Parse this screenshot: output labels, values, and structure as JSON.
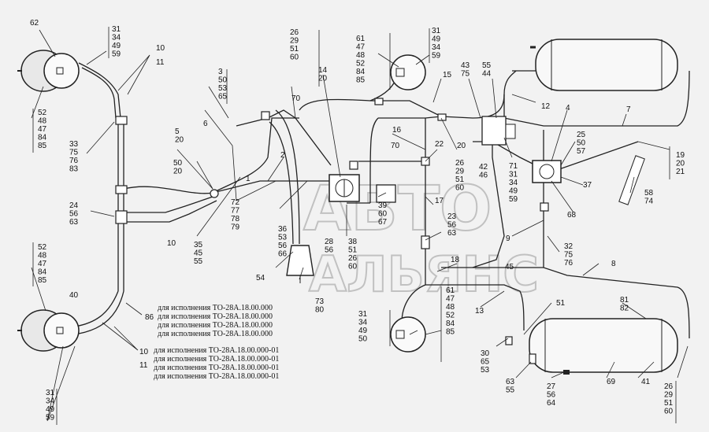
{
  "watermark": {
    "line1": "АВТО",
    "line2": "АЛЬЯНС"
  },
  "notes": [
    "для исполнения ТО-28А.18.00.000",
    "для исполнения ТО-28А.18.00.000",
    "для исполнения ТО-28А.18.00.000",
    "для исполнения ТО-28А.18.00.000",
    "для исполнения ТО-28А.18.00.000-01",
    "для исполнения ТО-28А.18.00.000-01",
    "для исполнения ТО-28А.18.00.000-01",
    "для исполнения ТО-28А.18.00.000-01"
  ],
  "callouts": [
    {
      "id": "c62",
      "lines": [
        "62"
      ]
    },
    {
      "id": "c31a",
      "lines": [
        "31",
        "34",
        "49",
        "59"
      ]
    },
    {
      "id": "c10a",
      "lines": [
        "10"
      ]
    },
    {
      "id": "c11a",
      "lines": [
        "11"
      ]
    },
    {
      "id": "c52a",
      "lines": [
        "52",
        "48",
        "47",
        "84",
        "85"
      ]
    },
    {
      "id": "c33",
      "lines": [
        "33",
        "75",
        "76",
        "83"
      ]
    },
    {
      "id": "c24",
      "lines": [
        "24",
        "56",
        "63"
      ]
    },
    {
      "id": "c52b",
      "lines": [
        "52",
        "48",
        "47",
        "84",
        "85"
      ]
    },
    {
      "id": "c40",
      "lines": [
        "40"
      ]
    },
    {
      "id": "c10b",
      "lines": [
        "10"
      ]
    },
    {
      "id": "c11b",
      "lines": [
        "11"
      ]
    },
    {
      "id": "c31b",
      "lines": [
        "31",
        "34",
        "49",
        "59"
      ]
    },
    {
      "id": "c86",
      "lines": [
        "86"
      ]
    },
    {
      "id": "c3",
      "lines": [
        "3",
        "50",
        "53",
        "65"
      ]
    },
    {
      "id": "c5",
      "lines": [
        "5",
        "20"
      ]
    },
    {
      "id": "c6",
      "lines": [
        "6"
      ]
    },
    {
      "id": "c50",
      "lines": [
        "50",
        "20"
      ]
    },
    {
      "id": "c1",
      "lines": [
        "1"
      ]
    },
    {
      "id": "c10c",
      "lines": [
        "10"
      ]
    },
    {
      "id": "c35",
      "lines": [
        "35",
        "45",
        "55"
      ]
    },
    {
      "id": "c72",
      "lines": [
        "72",
        "77",
        "78",
        "79"
      ]
    },
    {
      "id": "c26a",
      "lines": [
        "26",
        "29",
        "51",
        "60"
      ]
    },
    {
      "id": "c70a",
      "lines": [
        "70"
      ]
    },
    {
      "id": "c14",
      "lines": [
        "14",
        "20"
      ]
    },
    {
      "id": "c2",
      "lines": [
        "2"
      ]
    },
    {
      "id": "c36",
      "lines": [
        "36",
        "53",
        "56",
        "66"
      ]
    },
    {
      "id": "c54",
      "lines": [
        "54"
      ]
    },
    {
      "id": "c28",
      "lines": [
        "28",
        "56"
      ]
    },
    {
      "id": "c38",
      "lines": [
        "38",
        "51",
        "26",
        "60"
      ]
    },
    {
      "id": "c73",
      "lines": [
        "73",
        "80"
      ]
    },
    {
      "id": "c61a",
      "lines": [
        "61",
        "47",
        "48",
        "52",
        "84",
        "85"
      ]
    },
    {
      "id": "c31c",
      "lines": [
        "31",
        "49",
        "34",
        "59"
      ]
    },
    {
      "id": "c15",
      "lines": [
        "15"
      ]
    },
    {
      "id": "c16",
      "lines": [
        "16"
      ]
    },
    {
      "id": "c70b",
      "lines": [
        "70"
      ]
    },
    {
      "id": "c22",
      "lines": [
        "22"
      ]
    },
    {
      "id": "c20",
      "lines": [
        "20"
      ]
    },
    {
      "id": "c39",
      "lines": [
        "39",
        "60",
        "67"
      ]
    },
    {
      "id": "c17",
      "lines": [
        "17"
      ]
    },
    {
      "id": "c23",
      "lines": [
        "23",
        "56",
        "63"
      ]
    },
    {
      "id": "c18",
      "lines": [
        "18"
      ]
    },
    {
      "id": "c13",
      "lines": [
        "13"
      ]
    },
    {
      "id": "c31d",
      "lines": [
        "31",
        "34",
        "49",
        "50"
      ]
    },
    {
      "id": "c61b",
      "lines": [
        "61",
        "47",
        "48",
        "52",
        "84",
        "85"
      ]
    },
    {
      "id": "c43",
      "lines": [
        "43",
        "75"
      ]
    },
    {
      "id": "c55",
      "lines": [
        "55",
        "44"
      ]
    },
    {
      "id": "c12",
      "lines": [
        "12"
      ]
    },
    {
      "id": "c42",
      "lines": [
        "42",
        "46"
      ]
    },
    {
      "id": "c26b",
      "lines": [
        "26",
        "29",
        "51",
        "60"
      ]
    },
    {
      "id": "c71",
      "lines": [
        "71",
        "31",
        "34",
        "49",
        "59"
      ]
    },
    {
      "id": "c4",
      "lines": [
        "4"
      ]
    },
    {
      "id": "c7",
      "lines": [
        "7"
      ]
    },
    {
      "id": "c25",
      "lines": [
        "25",
        "50",
        "57"
      ]
    },
    {
      "id": "c19",
      "lines": [
        "19",
        "20",
        "21"
      ]
    },
    {
      "id": "c37",
      "lines": [
        "37"
      ]
    },
    {
      "id": "c58",
      "lines": [
        "58",
        "74"
      ]
    },
    {
      "id": "c68",
      "lines": [
        "68"
      ]
    },
    {
      "id": "c9",
      "lines": [
        "9"
      ]
    },
    {
      "id": "c32",
      "lines": [
        "32",
        "75",
        "76"
      ]
    },
    {
      "id": "c45",
      "lines": [
        "45"
      ]
    },
    {
      "id": "c8",
      "lines": [
        "8"
      ]
    },
    {
      "id": "c51",
      "lines": [
        "51"
      ]
    },
    {
      "id": "c81",
      "lines": [
        "81",
        "82"
      ]
    },
    {
      "id": "c30",
      "lines": [
        "30",
        "65",
        "53"
      ]
    },
    {
      "id": "c63",
      "lines": [
        "63",
        "55"
      ]
    },
    {
      "id": "c27",
      "lines": [
        "27",
        "56",
        "64"
      ]
    },
    {
      "id": "c69",
      "lines": [
        "69"
      ]
    },
    {
      "id": "c41",
      "lines": [
        "41"
      ]
    },
    {
      "id": "c26c",
      "lines": [
        "26",
        "29",
        "51",
        "60"
      ]
    }
  ]
}
